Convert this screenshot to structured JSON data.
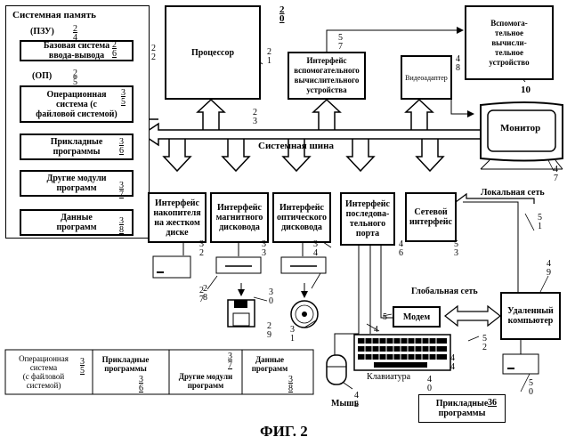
{
  "figure_caption": "ФИГ. 2",
  "refs": {
    "r20": "2\n0",
    "r21": "2\n1",
    "r22": "2\n2",
    "r23": "2\n3",
    "r24": "2\n4",
    "r25": "2\n5",
    "r26": "2\n6",
    "r27": "2\n7",
    "r28": "2\n8",
    "r29": "2\n9",
    "r30": "3\n0",
    "r31": "3\n1",
    "r32": "3\n2",
    "r33": "3\n3",
    "r34": "3\n4",
    "r35": "3\n5",
    "r35b": "3\n5",
    "r36": "3\n6",
    "r36b": "3\n6",
    "r37": "3\n7",
    "r37b": "3\n7",
    "r38": "3\n8",
    "r38b": "3\n8",
    "r40": "4\n0",
    "r42": "4\n2",
    "r44": "4\n4",
    "r46": "4\n6",
    "r47": "4\n7",
    "r48": "4\n8",
    "r49": "4\n9",
    "r50": "5\n0",
    "r51": "5\n1",
    "r52": "5\n2",
    "r53": "5\n3",
    "r55": "5\n5",
    "r57": "5\n7",
    "r10": "10",
    "r36c": "36",
    "r54": "5",
    "r4": "4"
  },
  "memory": {
    "title": "Системная память",
    "rom": "(ПЗУ)",
    "ram": "(ОП)",
    "bios": "Базовая система\nввода-вывода",
    "os": "Операционная\nсистема (с\nфайловой системой)",
    "apps": "Прикладные\nпрограммы",
    "modules": "Другие модули\nпрограмм",
    "data": "Данные\nпрограмм"
  },
  "processor": "Процессор",
  "coproc_if": "Интерфейс\nвспомогательного\nвычислительного\nустройства",
  "coproc": "Вспомога-\nтельное\nвычисли-\nтельное\nустройство",
  "video": "Видеоадаптер",
  "monitor": "Монитор",
  "bus": "Системная шина",
  "hdd_if": "Интерфейс\nнакопителя\nна жестком\nдиске",
  "fdd_if": "Интерфейс\nмагнитного\nдисковода",
  "cd_if": "Интерфейс\nоптического\nдисковода",
  "serial_if": "Интерфейс\nпоследова-\nтельного\nпорта",
  "net_if": "Сетевой\nинтерфейс",
  "lan": "Локальная сеть",
  "wan": "Глобальная сеть",
  "modem": "Модем",
  "remote": "Удаленный\nкомпьютер",
  "keyboard": "Клавиатура",
  "mouse": "Мышь",
  "remote_apps": "Прикладные\nпрограммы",
  "bottom_table": {
    "os": "Операционная\nсистема\n(с файловой\nсистемой)",
    "apps": "Прикладные\nпрограммы",
    "modules": "Другие модули\nпрограмм",
    "data": "Данные\nпрограмм"
  }
}
